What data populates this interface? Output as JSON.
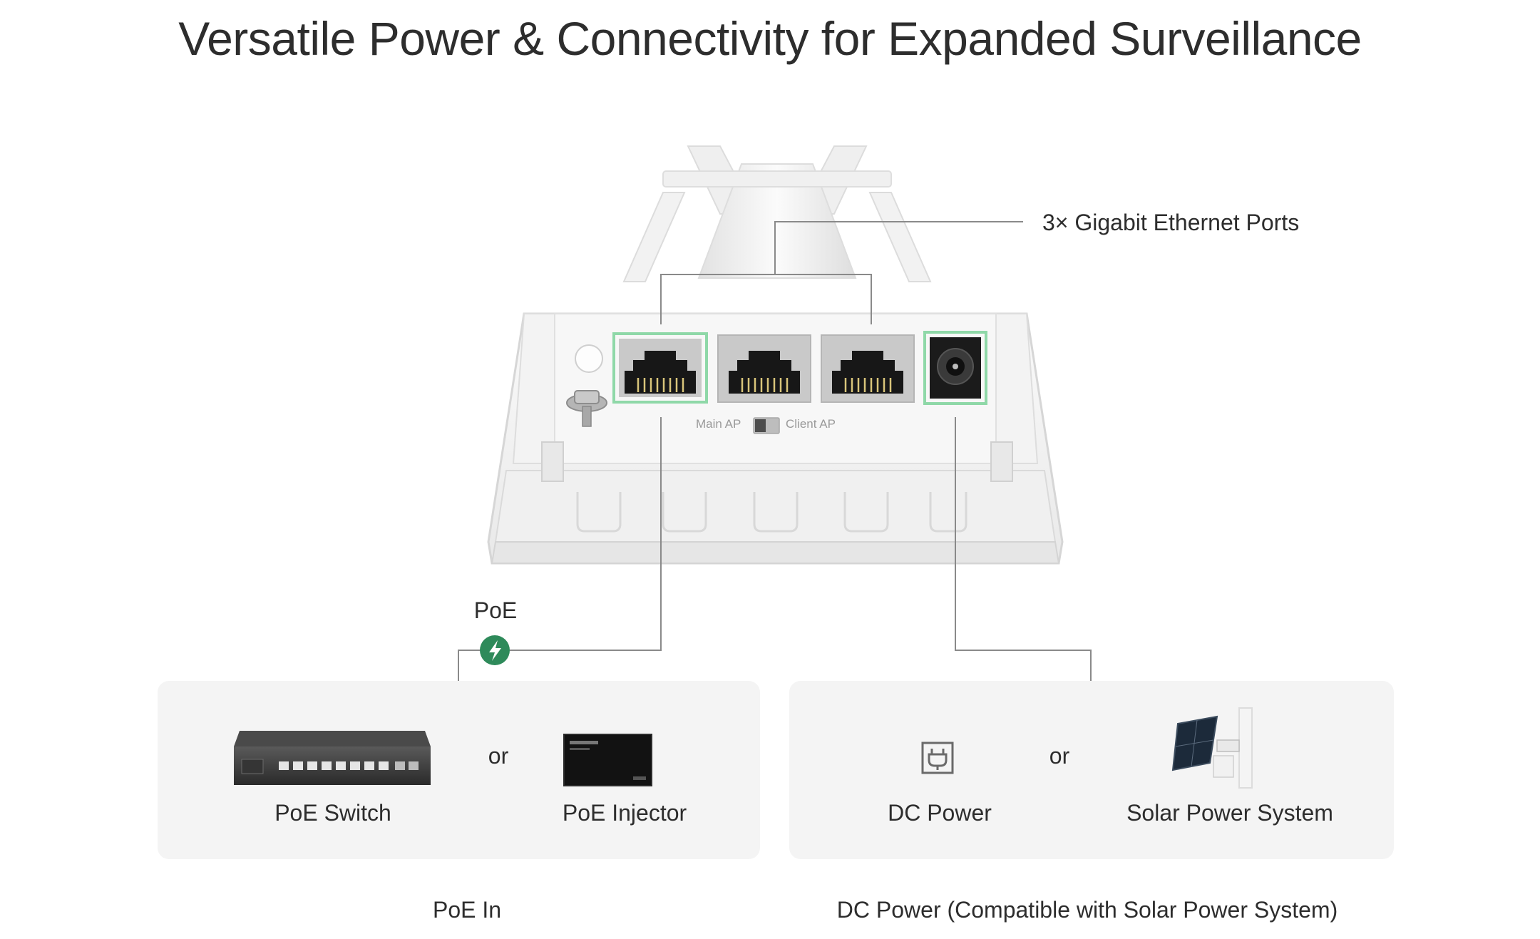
{
  "title": "Versatile Power & Connectivity for Expanded Surveillance",
  "callouts": {
    "ethernet_ports": "3× Gigabit Ethernet Ports",
    "poe": "PoE"
  },
  "device_labels": {
    "main_ap": "Main AP",
    "client_ap": "Client AP"
  },
  "poe_panel": {
    "option_a": "PoE Switch",
    "separator": "or",
    "option_b": "PoE Injector",
    "caption": "PoE In"
  },
  "dc_panel": {
    "option_a": "DC Power",
    "separator": "or",
    "option_b": "Solar Power System",
    "caption": "DC Power (Compatible with Solar Power System)"
  },
  "colors": {
    "port_highlight": "#8fd8a8",
    "poe_badge": "#2e8a5a",
    "panel_bg": "#f4f4f4",
    "connector_line": "#8a8a8a"
  },
  "icons": {
    "poe_badge": "lightning-bolt-icon",
    "dc_power": "power-plug-icon"
  }
}
